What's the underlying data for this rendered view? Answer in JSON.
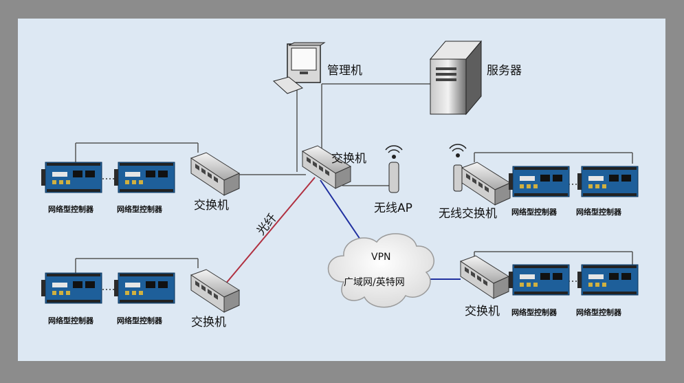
{
  "nodes": {
    "management": "管理机",
    "server": "服务器",
    "core_switch": "交换机",
    "wireless_ap": "无线AP",
    "wireless_switch": "无线交换机",
    "switch_left_top": "交换机",
    "switch_left_bottom": "交换机",
    "switch_right_bottom": "交换机",
    "vpn_title": "VPN",
    "vpn_subtitle": "广域网/英特网",
    "fiber": "光纤"
  },
  "controllers": {
    "left_top_1": "网络型控制器",
    "left_top_2": "网络型控制器",
    "left_bottom_1": "网络型控制器",
    "left_bottom_2": "网络型控制器",
    "right_top_1": "网络型控制器",
    "right_top_2": "网络型控制器",
    "right_bottom_1": "网络型控制器",
    "right_bottom_2": "网络型控制器"
  },
  "colors": {
    "background": "#dde8f3",
    "frame": "#8c8c8c",
    "line": "#555555",
    "fiber_line": "#b03040",
    "vpn_line": "#2030a0",
    "board": "#1e5f9a"
  }
}
